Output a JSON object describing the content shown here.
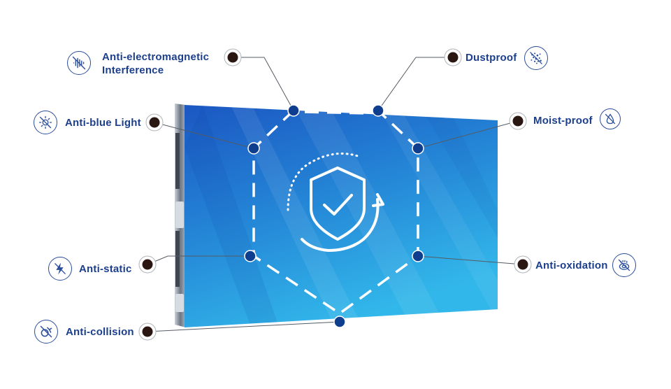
{
  "features": {
    "anti_emi": {
      "line1": "Anti-electromagnetic",
      "line2": "Interference",
      "icon": "waveform-blocked-icon"
    },
    "dustproof": {
      "label": "Dustproof",
      "icon": "dust-particles-icon"
    },
    "anti_blue_light": {
      "label": "Anti-blue Light",
      "icon": "sun-blocked-icon"
    },
    "moist_proof": {
      "label": "Moist-proof",
      "icon": "droplet-blocked-icon"
    },
    "anti_static": {
      "label": "Anti-static",
      "icon": "lightning-blocked-icon"
    },
    "anti_oxidation": {
      "label": "Anti-oxidation",
      "icon": "oxidation-blocked-icon"
    },
    "anti_collision": {
      "label": "Anti-collision",
      "icon": "collision-blocked-icon"
    }
  },
  "colors": {
    "label_text": "#1c3f8c",
    "icon_stroke": "#2a4e9c",
    "node_dot": "#0f3e8e",
    "callout_dot": "#2a1712",
    "panel_top": "#1f62c8",
    "panel_bottom": "#2fb0e6",
    "frame": "#7f8a97"
  }
}
